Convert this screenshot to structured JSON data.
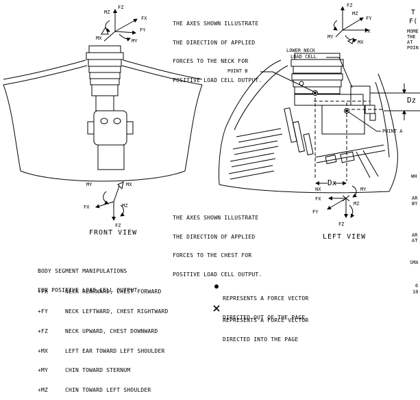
{
  "notes": {
    "neck_axes": [
      "THE AXES SHOWN ILLUSTRATE",
      "THE DIRECTION OF APPLIED",
      "FORCES TO THE NECK FOR",
      "POSITIVE LOAD CELL OUTPUT."
    ],
    "chest_axes": [
      "THE AXES SHOWN ILLUSTRATE",
      "THE DIRECTION OF APPLIED",
      "FORCES TO THE CHEST FOR",
      "POSITIVE LOAD CELL OUTPUT."
    ],
    "right_cut": [
      "T",
      "F(",
      "MOME",
      "THE",
      "AT ",
      "POIN",
      "WH",
      "AR",
      "BY",
      "AR",
      "AT",
      "SMA",
      "6",
      "10"
    ]
  },
  "labels": {
    "point_b": "POINT B",
    "point_a": "POINT A",
    "lower_neck_load_cell": [
      "LOWER NECK",
      "LOAD CELL"
    ],
    "dz": "Dz",
    "dx": "Dx",
    "front_view": "FRONT VIEW",
    "left_view": "LEFT VIEW"
  },
  "axes": {
    "fz": "FZ",
    "fx": "FX",
    "fy": "FY",
    "mz": "MZ",
    "mx": "MX",
    "my": "MY",
    "nx": "NX"
  },
  "body_segment": {
    "title": [
      "BODY SEGMENT MANIPULATIONS",
      "FOR POSITIVE LOAD CELL OUTPUT"
    ],
    "rows": [
      {
        "key": "+FX",
        "desc": "NECK REARWARD, CHEST FORWARD"
      },
      {
        "key": "+FY",
        "desc": "NECK LEFTWARD, CHEST RIGHTWARD"
      },
      {
        "key": "+FZ",
        "desc": "NECK UPWARD, CHEST DOWNWARD"
      },
      {
        "key": "+MX",
        "desc": "LEFT EAR TOWARD LEFT SHOULDER"
      },
      {
        "key": "+MY",
        "desc": "CHIN TOWARD STERNUM"
      },
      {
        "key": "+MZ",
        "desc": "CHIN TOWARD LEFT SHOULDER"
      }
    ]
  },
  "legend": {
    "out_of_page": [
      "REPRESENTS A FORCE VECTOR",
      "DIRECTED OUT OF THE PAGE"
    ],
    "into_page": [
      "REPRESENTS A FORCE VECTOR",
      "DIRECTED INTO THE PAGE"
    ],
    "out_symbol": "●",
    "into_symbol": "✕"
  }
}
